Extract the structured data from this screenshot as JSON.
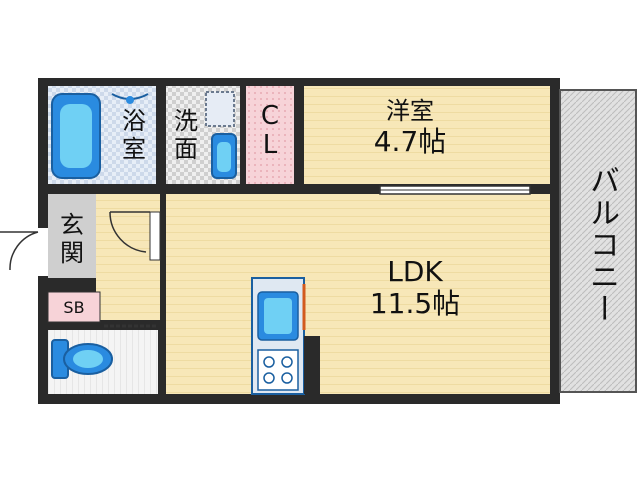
{
  "rooms": {
    "bath": {
      "label_line1": "浴",
      "label_line2": "室"
    },
    "washroom": {
      "label_line1": "洗",
      "label_line2": "面"
    },
    "closet": {
      "label_line1": "C",
      "label_line2": "L"
    },
    "western_room": {
      "name": "洋室",
      "size": "4.7帖"
    },
    "ldk": {
      "name": "LDK",
      "size": "11.5帖"
    },
    "entrance": {
      "label_line1": "玄",
      "label_line2": "関"
    },
    "shoe_box": {
      "label": "SB"
    },
    "balcony": {
      "label": "バルコニー"
    }
  },
  "colors": {
    "wall": "#2a2a2a",
    "floor_wood": "#f7e7b8",
    "wood_stripe": "#ecd79a",
    "wet_area_tile": "#d9e6f3",
    "closet_pink": "#f7d3d8",
    "entrance_gray": "#cfcfcf",
    "balcony_gray": "#d6d6d6",
    "fixture_blue": "#1e7fd0",
    "fixture_light": "#5cc1f0"
  }
}
